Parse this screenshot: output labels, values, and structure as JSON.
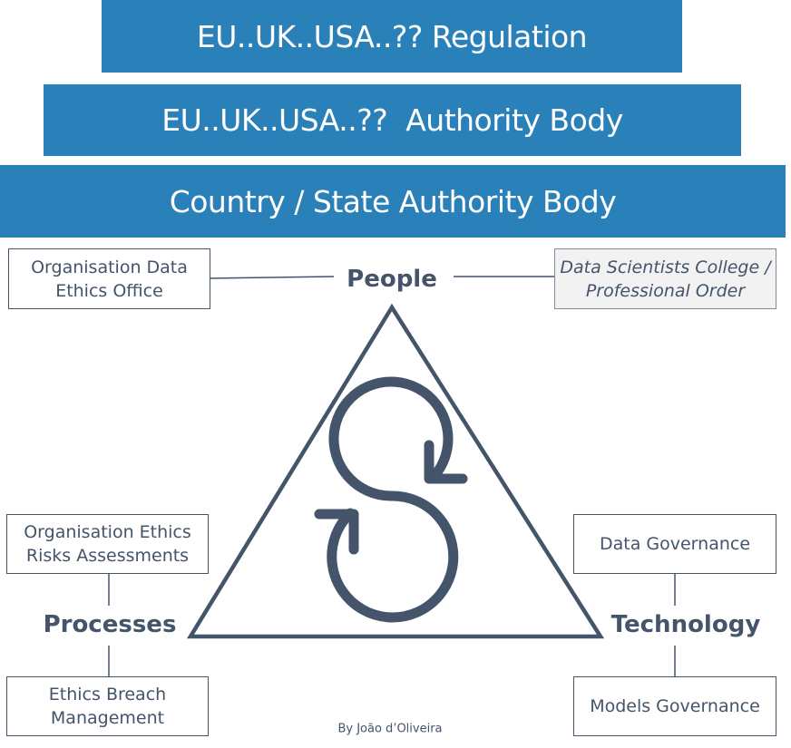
{
  "banners": {
    "regulation": "EU..UK..USA..?? Regulation",
    "authority": "EU..UK..USA..??  Authority Body",
    "country": "Country / State Authority Body"
  },
  "pillars": {
    "people": "People",
    "processes": "Processes",
    "technology": "Technology"
  },
  "boxes": {
    "ethics_office": [
      "Organisation Data",
      "Ethics Office"
    ],
    "college": [
      "Data Scientists College /",
      "Professional Order"
    ],
    "risk_assessment": [
      "Organisation Ethics",
      "Risks Assessments"
    ],
    "breach": [
      "Ethics Breach",
      "Management"
    ],
    "data_governance": [
      "Data Governance"
    ],
    "models_governance": [
      "Models Governance"
    ]
  },
  "credit": "By João d’Oliveira",
  "colors": {
    "banner": "#2a80b9",
    "ink": "#44546a"
  }
}
